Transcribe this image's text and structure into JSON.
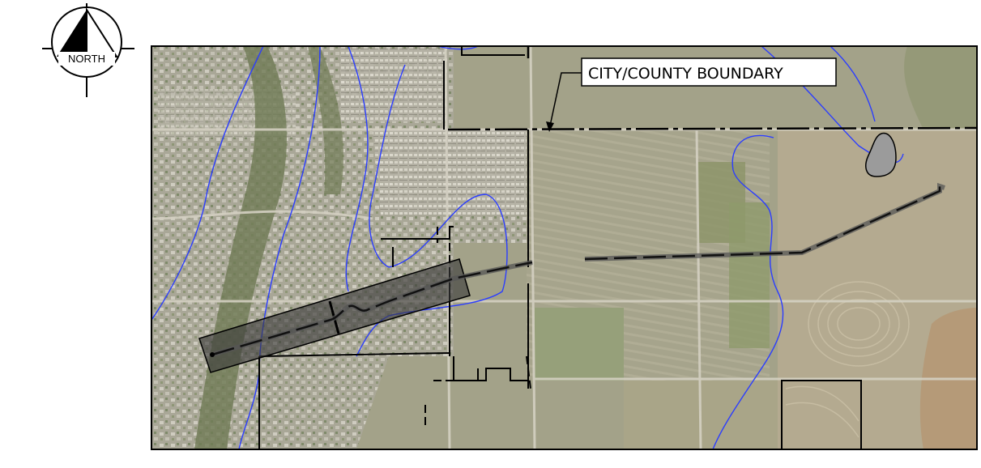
{
  "north_arrow": {
    "label": "NORTH",
    "icon": "north-arrow-icon"
  },
  "map": {
    "background": "aerial-imagery",
    "callouts": [
      {
        "label": "CITY/COUNTY BOUNDARY"
      }
    ],
    "colors": {
      "boundary": "#000000",
      "waterway": "#2b3dff",
      "project_band": "#3a3a3a",
      "frame": "#000000"
    }
  }
}
